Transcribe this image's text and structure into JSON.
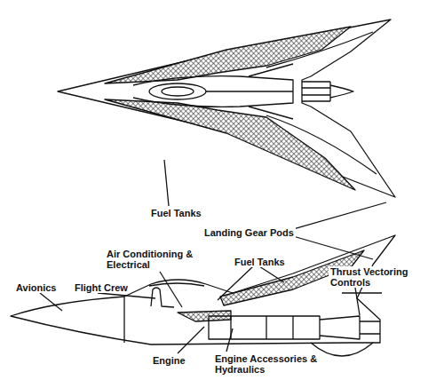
{
  "diagram": {
    "labels": [
      "Fuel Tanks",
      "Landing Gear Pods",
      "Air Conditioning & Electrical",
      "Fuel Tanks",
      "Avionics",
      "Flight Crew",
      "Thrust Vectoring Controls",
      "Engine",
      "Engine Accessories & Hydraulics"
    ]
  }
}
